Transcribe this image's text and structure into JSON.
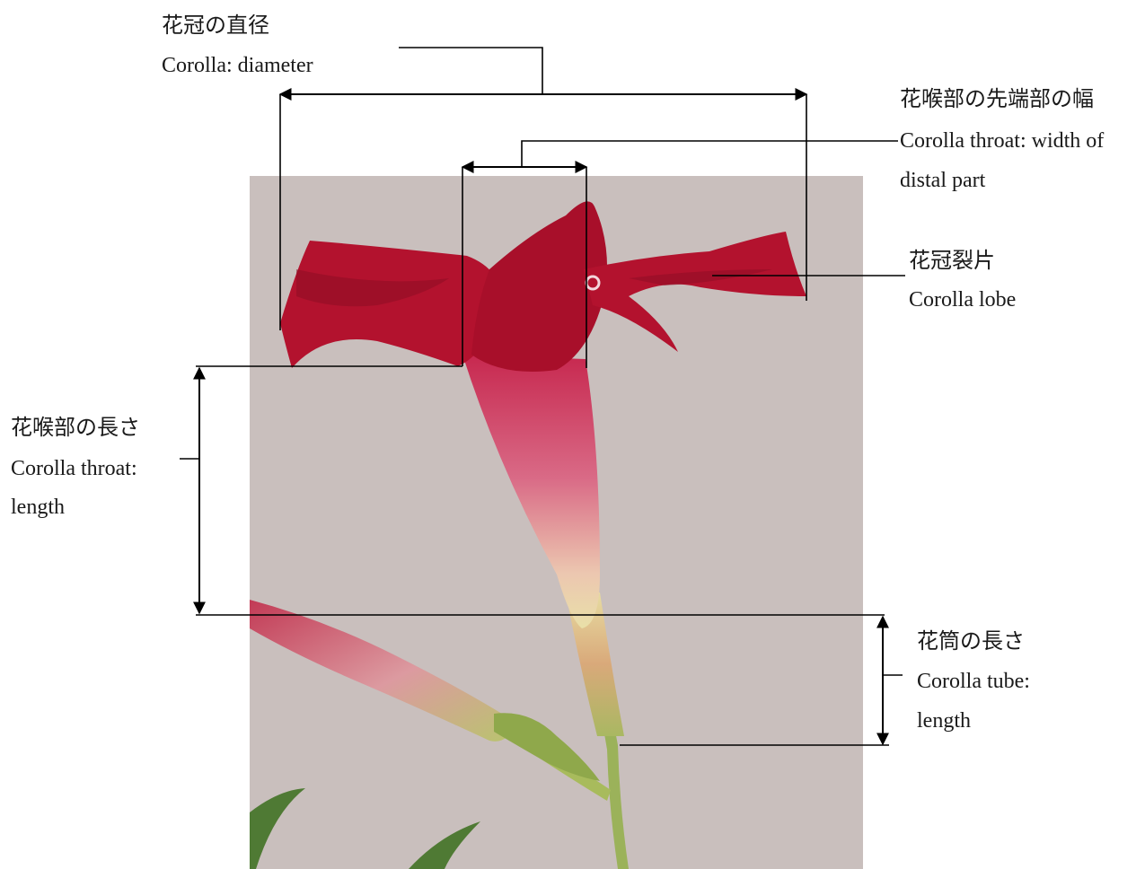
{
  "annotations": {
    "corolla_diameter": {
      "ja": "花冠の直径",
      "en": "Corolla: diameter"
    },
    "throat_width": {
      "ja": "花喉部の先端部の幅",
      "en_line1": "Corolla throat: width of",
      "en_line2": "distal part"
    },
    "corolla_lobe": {
      "ja": "花冠裂片",
      "en": "Corolla lobe"
    },
    "throat_length": {
      "ja": "花喉部の長さ",
      "en_line1": "Corolla throat:",
      "en_line2": "length"
    },
    "tube_length": {
      "ja": "花筒の長さ",
      "en_line1": "Corolla tube:",
      "en_line2": "length"
    }
  },
  "colors": {
    "photo_background": "#c9bfbd",
    "petal": "#b3122e",
    "petal_dark": "#8c0c24",
    "throat_pink": "#d9607e",
    "tube_cream": "#e9dfa8",
    "stem_green": "#9bb25a",
    "leaf_green": "#4f7a34"
  }
}
